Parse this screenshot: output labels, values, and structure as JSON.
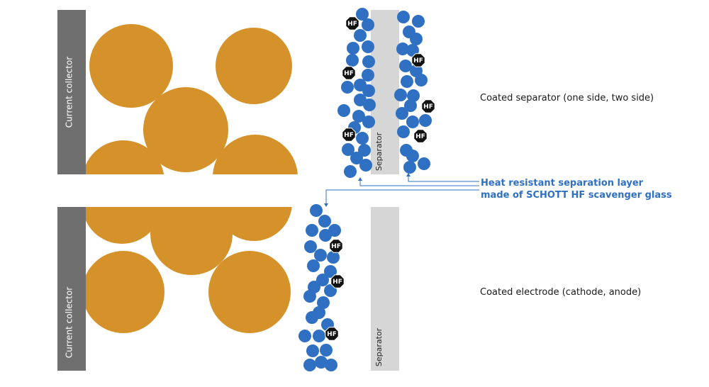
{
  "colors": {
    "collector": "#6f6f6f",
    "particle": "#d6922a",
    "glass": "#2f70c2",
    "hf_badge": "#111111",
    "separator": "#d6d6d6",
    "callout": "#2f70c2",
    "text": "#1a1a1a"
  },
  "top": {
    "collector_label": "Current collector",
    "separator_label": "Separator",
    "description": "Coated separator (one side, two side)"
  },
  "bottom": {
    "collector_label": "Current collector",
    "separator_label": "Separator",
    "description": "Coated electrode (cathode, anode)"
  },
  "callout": {
    "line1": "Heat resistant separation layer",
    "line2": "made of SCHOTT HF scavenger glass"
  },
  "hf_label": "HF"
}
